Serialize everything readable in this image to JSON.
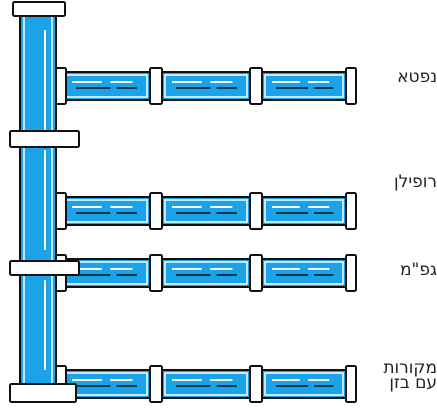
{
  "colors": {
    "pipe_fill": "#1aa3e8",
    "pipe_outline": "#111111",
    "flange_fill": "#ffffff",
    "highlight": "#ffffff",
    "label_text": "#222222"
  },
  "branches": [
    {
      "label": "נפטא"
    },
    {
      "label": "רופילן"
    },
    {
      "label": "גפ\"מ"
    },
    {
      "label": "מקורות\nעם בזן"
    }
  ]
}
